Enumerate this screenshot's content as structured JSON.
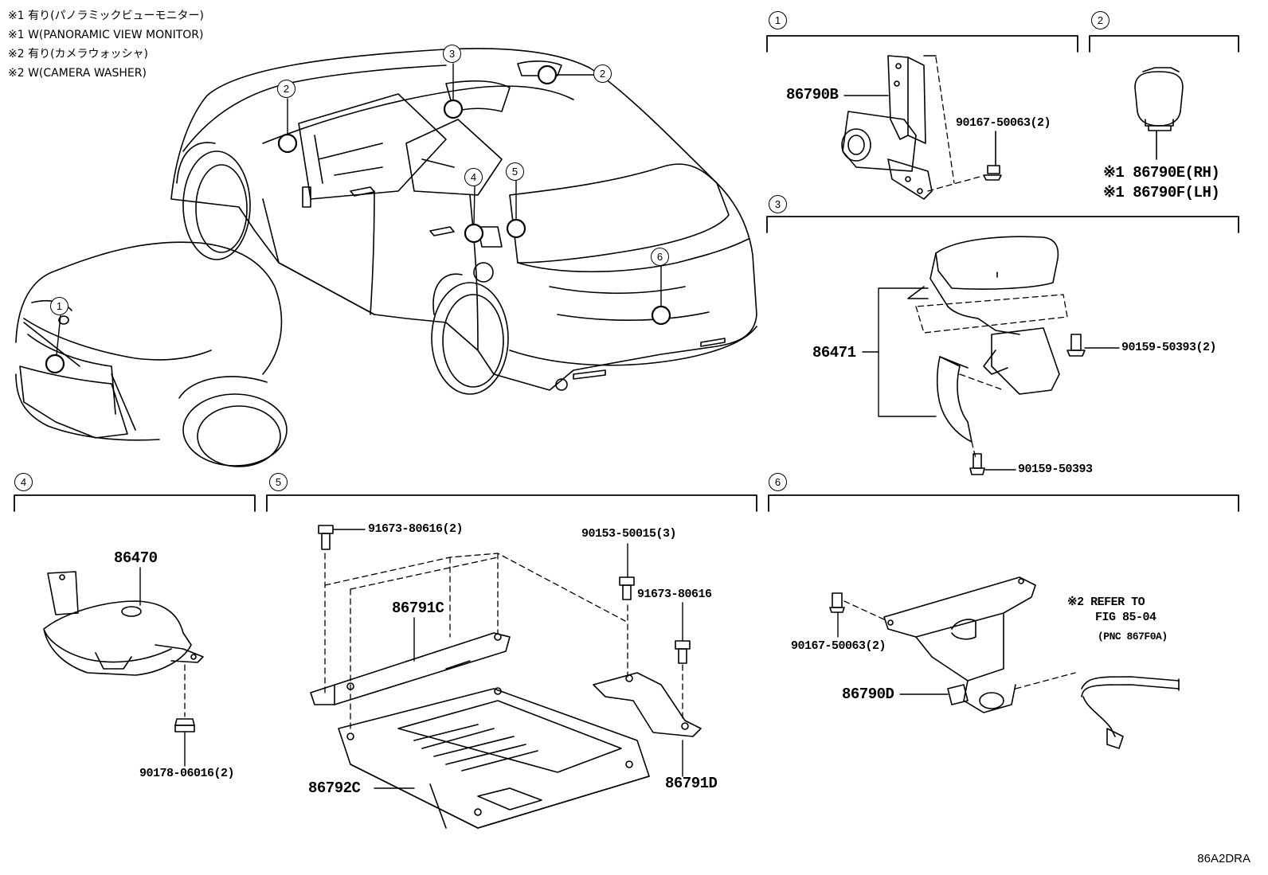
{
  "notes": [
    "※1 有り(パノラミックビューモニター)",
    "※1 W(PANORAMIC VIEW MONITOR)",
    "※2 有り(カメラウォッシャ)",
    "※2 W(CAMERA WASHER)"
  ],
  "sections": [
    "1",
    "2",
    "3",
    "4",
    "5",
    "6"
  ],
  "callouts": [
    "1",
    "2",
    "2",
    "3",
    "4",
    "5",
    "6"
  ],
  "parts": {
    "p86790B": "86790B",
    "p90167_1": "90167-50063(2)",
    "p86790E": "※1 86790E(RH)",
    "p86790F": "※1 86790F(LH)",
    "p86471": "86471",
    "p90159a": "90159-50393(2)",
    "p90159b": "90159-50393",
    "p86470": "86470",
    "p90178": "90178-06016(2)",
    "p91673a": "91673-80616(2)",
    "p90153": "90153-50015(3)",
    "p91673b": "91673-80616",
    "p86791C": "86791C",
    "p86792C": "86792C",
    "p86791D": "86791D",
    "p90167_2": "90167-50063(2)",
    "p86790D": "86790D",
    "refer1": "※2 REFER TO",
    "refer2": "FIG 85-04",
    "refer3": "(PNC 867F0A)"
  },
  "diagram_code": "86A2DRA"
}
